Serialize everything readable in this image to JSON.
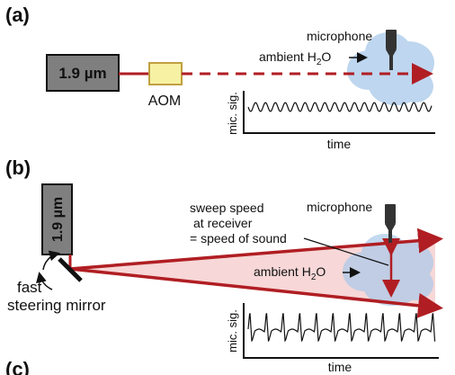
{
  "panels": {
    "a": {
      "label": "(a)",
      "laser_wavelength": "1.9 µm",
      "modulator": "AOM",
      "microphone_label": "microphone",
      "ambient_label": "ambient H",
      "ambient_sub": "2",
      "ambient_tail": "O",
      "trace_ylabel": "mic. sig.",
      "trace_xlabel": "time"
    },
    "b": {
      "label": "(b)",
      "laser_wavelength": "1.9 µm",
      "mirror_label_line1": "fast",
      "mirror_label_line2": "steering mirror",
      "sweep_line1": "sweep speed",
      "sweep_line2": "at receiver",
      "sweep_line3": "= speed of sound",
      "microphone_label": "microphone",
      "ambient_label": "ambient H",
      "ambient_sub": "2",
      "ambient_tail": "O",
      "trace_ylabel": "mic. sig.",
      "trace_xlabel": "time"
    },
    "c": {
      "label": "(c)"
    }
  },
  "colors": {
    "beam": "#b01e23",
    "laser_box": "#7f7f7f",
    "aom": "#f7f1a3",
    "cloud": "#a9c9ea",
    "beam_fan": "#f6d0d0",
    "mic": "#333333"
  }
}
